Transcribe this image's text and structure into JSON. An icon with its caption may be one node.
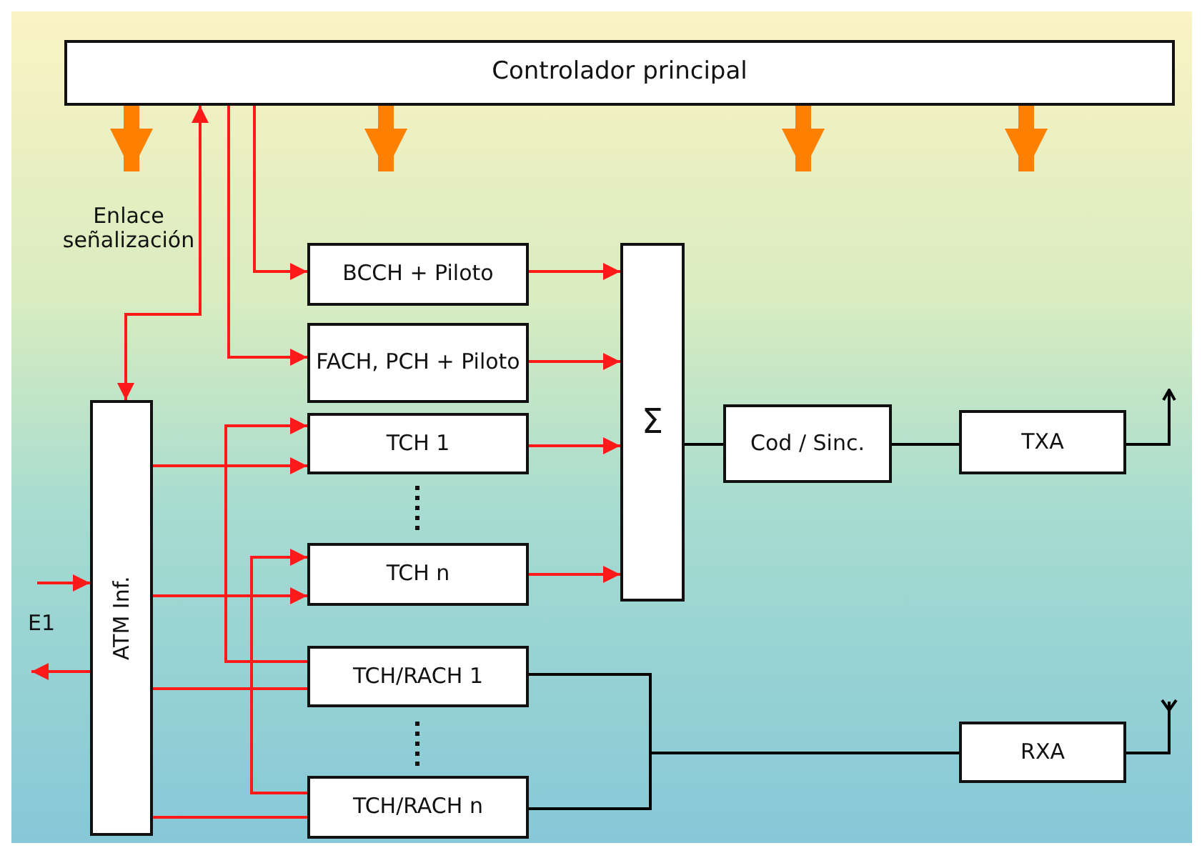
{
  "diagram": {
    "nodes": [
      {
        "text": [
          "Controlador principal"
        ]
      },
      {
        "text": [
          "BCCH + Piloto"
        ]
      },
      {
        "text": [
          "FACH, PCH + Piloto"
        ]
      },
      {
        "text": [
          "TCH 1"
        ]
      },
      {
        "text": [
          "TCH n"
        ]
      },
      {
        "text": [
          "Σ"
        ]
      },
      {
        "text": [
          "Cod / Sinc."
        ]
      },
      {
        "text": [
          "TXA"
        ]
      },
      {
        "text": [
          "ATM Inf."
        ]
      },
      {
        "text": [
          "TCH/RACH 1"
        ]
      },
      {
        "text": [
          "TCH/RACH n"
        ]
      },
      {
        "text": [
          "RXA"
        ]
      },
      {
        "text": [],
        "shape": "antenna"
      },
      {
        "text": [],
        "shape": "antenna"
      }
    ],
    "edges": [
      {
        "from": 0,
        "to": 8,
        "arrow": "both",
        "label": "Enlace señalización"
      },
      {
        "from": 0,
        "to": 1,
        "arrow": "to"
      },
      {
        "from": 0,
        "to": 2,
        "arrow": "to"
      },
      {
        "from": 8,
        "to": 3,
        "arrow": "to"
      },
      {
        "from": 9,
        "to": 3,
        "arrow": "to"
      },
      {
        "from": 8,
        "to": 4,
        "arrow": "to"
      },
      {
        "from": 10,
        "to": 4,
        "arrow": "to"
      },
      {
        "from": 9,
        "to": 8,
        "arrow": "none"
      },
      {
        "from": 10,
        "to": 8,
        "arrow": "none"
      },
      {
        "from": 1,
        "to": 5,
        "arrow": "to"
      },
      {
        "from": 2,
        "to": 5,
        "arrow": "to"
      },
      {
        "from": 3,
        "to": 5,
        "arrow": "to"
      },
      {
        "from": 4,
        "to": 5,
        "arrow": "to"
      },
      {
        "from": 5,
        "to": 6,
        "arrow": "none",
        "color": "#000000"
      },
      {
        "from": 6,
        "to": 7,
        "arrow": "none",
        "color": "#000000"
      },
      {
        "from": 7,
        "to": 12,
        "arrow": "none",
        "color": "#000000"
      },
      {
        "from": 9,
        "to": 11,
        "arrow": "none",
        "color": "#000000"
      },
      {
        "from": 10,
        "to": 11,
        "arrow": "none",
        "color": "#000000"
      },
      {
        "from": 11,
        "to": 13,
        "arrow": "none",
        "color": "#000000"
      },
      {
        "from": null,
        "to": 8,
        "arrow": "to"
      },
      {
        "from": 8,
        "to": null,
        "arrow": "to"
      },
      {
        "from": 0,
        "to": null,
        "arrow": "to",
        "style": "thick",
        "color": "#ff8000"
      },
      {
        "from": 0,
        "to": null,
        "arrow": "to",
        "style": "thick",
        "color": "#ff8000"
      },
      {
        "from": 0,
        "to": null,
        "arrow": "to",
        "style": "thick",
        "color": "#ff8000"
      },
      {
        "from": 0,
        "to": null,
        "arrow": "to",
        "style": "thick",
        "color": "#ff8000"
      }
    ],
    "labels": [
      "E1"
    ]
  }
}
